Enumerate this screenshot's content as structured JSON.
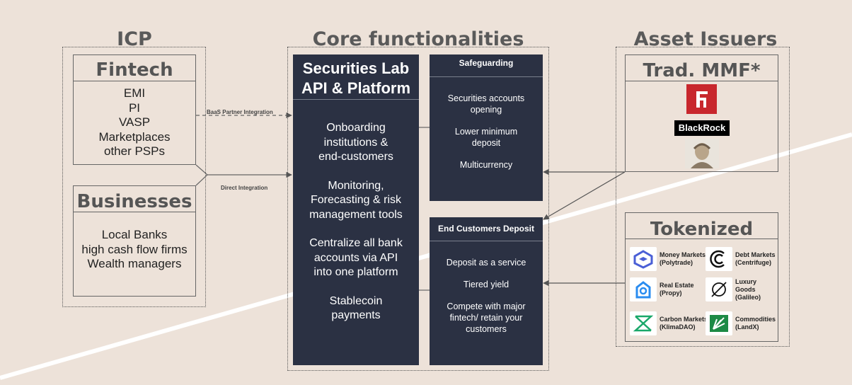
{
  "headings": {
    "icp": "ICP",
    "core": "Core functionalities",
    "asset_issuers": "Asset Issuers"
  },
  "fintech": {
    "title": "Fintech",
    "items": [
      "EMI",
      "PI",
      "VASP",
      "Marketplaces",
      "other PSPs"
    ]
  },
  "businesses": {
    "title": "Businesses",
    "items": [
      "Local Banks",
      "high cash flow firms",
      "Wealth managers"
    ]
  },
  "connectors": {
    "baas": "BaaS Partner Integration",
    "direct": "Direct Integration"
  },
  "platform": {
    "title_line1": "Securities Lab",
    "title_line2": "API & Platform",
    "items": [
      [
        "Onboarding",
        "institutions &",
        "end-customers"
      ],
      [
        "Monitoring,",
        "Forecasting & risk",
        "management tools"
      ],
      [
        "Centralize all bank",
        "accounts via API",
        "into one platform"
      ],
      [
        "Stablecoin",
        "payments"
      ]
    ]
  },
  "safeguarding": {
    "title": "Safeguarding",
    "items": [
      [
        "Securities accounts",
        "opening"
      ],
      [
        "Lower minimum",
        "deposit"
      ],
      [
        "Multicurrency"
      ]
    ]
  },
  "deposit": {
    "title": "End Customers Deposit",
    "items": [
      [
        "Deposit as a service"
      ],
      [
        "Tiered yield"
      ],
      [
        "Compete with major",
        "fintech/ retain your",
        "customers"
      ]
    ]
  },
  "trad_mmf": {
    "title": "Trad. MMF*",
    "blackrock": "BlackRock"
  },
  "tokenized": {
    "title": "Tokenized",
    "items": [
      {
        "line1": "Money Markets",
        "line2": "(Polytrade)",
        "icon": "polytrade-icon",
        "color": "#4a5fd6"
      },
      {
        "line1": "Debt Markets",
        "line2": "(Centrifuge)",
        "icon": "centrifuge-icon",
        "color": "#111111"
      },
      {
        "line1": "Real Estate",
        "line2": "(Propy)",
        "icon": "propy-icon",
        "color": "#2a8cf0"
      },
      {
        "line1": "Luxury Goods",
        "line2": "(Galileo)",
        "icon": "galileo-icon",
        "color": "#111111"
      },
      {
        "line1": "Carbon Markets",
        "line2": "(KlimaDAO)",
        "icon": "klimadao-icon",
        "color": "#1aa86a"
      },
      {
        "line1": "Commodities",
        "line2": "(LandX)",
        "icon": "landx-icon",
        "color": "#1d8a45"
      }
    ]
  },
  "colors": {
    "background": "#ede2d9",
    "dark_panel": "#2b3143",
    "fidelity_red": "#c8272d"
  }
}
